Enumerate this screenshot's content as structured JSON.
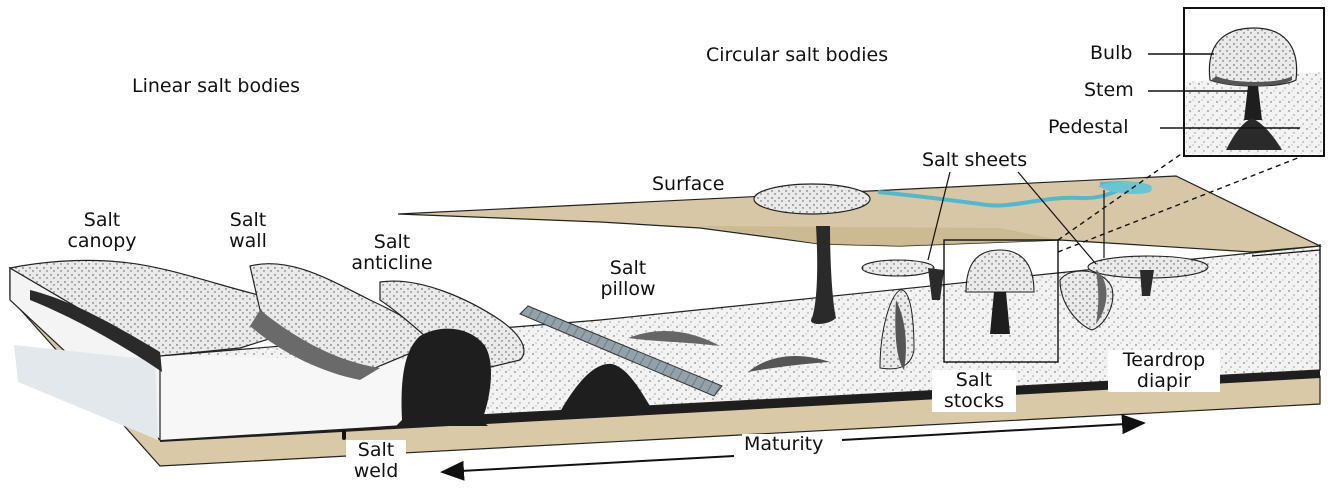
{
  "headings": {
    "linear": "Linear salt bodies",
    "circular": "Circular salt bodies"
  },
  "labels": {
    "salt_canopy": [
      "Salt",
      "canopy"
    ],
    "salt_wall": [
      "Salt",
      "wall"
    ],
    "salt_anticline": [
      "Salt",
      "anticline"
    ],
    "salt_pillow": [
      "Salt",
      "pillow"
    ],
    "surface": "Surface",
    "salt_sheets": "Salt sheets",
    "salt_stocks": [
      "Salt",
      "stocks"
    ],
    "teardrop_diapir": [
      "Teardrop",
      "diapir"
    ],
    "salt_weld": [
      "Salt",
      "weld"
    ],
    "maturity": "Maturity"
  },
  "inset": {
    "bulb": "Bulb",
    "stem": "Stem",
    "pedestal": "Pedestal"
  },
  "colors": {
    "salt": "#1e1e1e",
    "sediment": "#f1f1f1",
    "surface": "#d6c6a4",
    "base": "#d9c9a6",
    "water": "#5bb9c8",
    "fault_plane": "#8f9ea7"
  }
}
